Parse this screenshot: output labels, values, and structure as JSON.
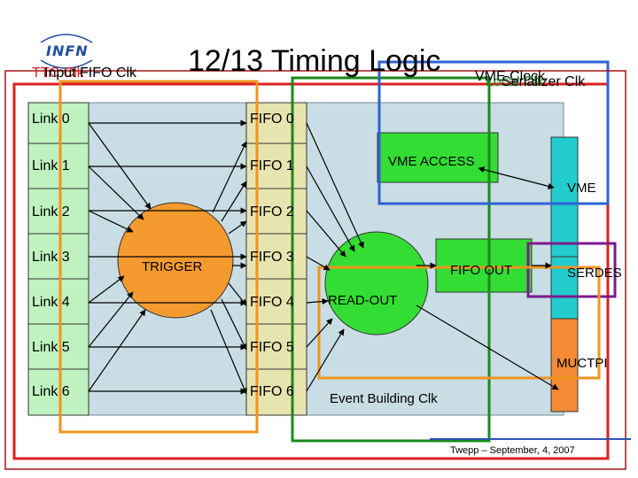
{
  "title": "12/13 Timing Logic",
  "logo": {
    "text": "INFN",
    "icon": "infn-logo"
  },
  "header": {
    "ttc_label": "TTC Clk",
    "input_fifo_label": "Input FIFO Clk",
    "vme_clock": "VME Clock",
    "local_clock": "Local Clk",
    "serializer_clk": "Serializer Clk"
  },
  "links": [
    "Link 0",
    "Link 1",
    "Link 2",
    "Link 3",
    "Link 4",
    "Link 5",
    "Link 6"
  ],
  "fifos": [
    "FIFO 0",
    "FIFO 1",
    "FIFO 2",
    "FIFO 3",
    "FIFO 4",
    "FIFO 5",
    "FIFO 6"
  ],
  "blocks": {
    "trigger": "TRIGGER",
    "vme_access": "VME ACCESS",
    "vme": "VME",
    "fifo_out": "FIFO OUT",
    "serdes": "SERDES",
    "readout": "READ-OUT",
    "muctpi": "MUCTPI"
  },
  "event_building_clk": "Event Building Clk",
  "footer": "Twepp – September, 4, 2007",
  "colors": {
    "board": "#c9dde4",
    "link_box": "#bff2bf",
    "fifo_box": "#e8e4b0",
    "trigger": "#f59a2f",
    "green_block": "#33dd33",
    "vme_bar": "#22cccc",
    "muctpi_bar": "#f58a35",
    "clock_red": "#dd1f1f",
    "clock_orange": "#f0941e",
    "clock_green": "#1a8a1a",
    "clock_blue": "#2e62d6",
    "clock_purple": "#7d1a8c",
    "clock_dark_red": "#a01515",
    "footer_line": "#2c54b0"
  }
}
